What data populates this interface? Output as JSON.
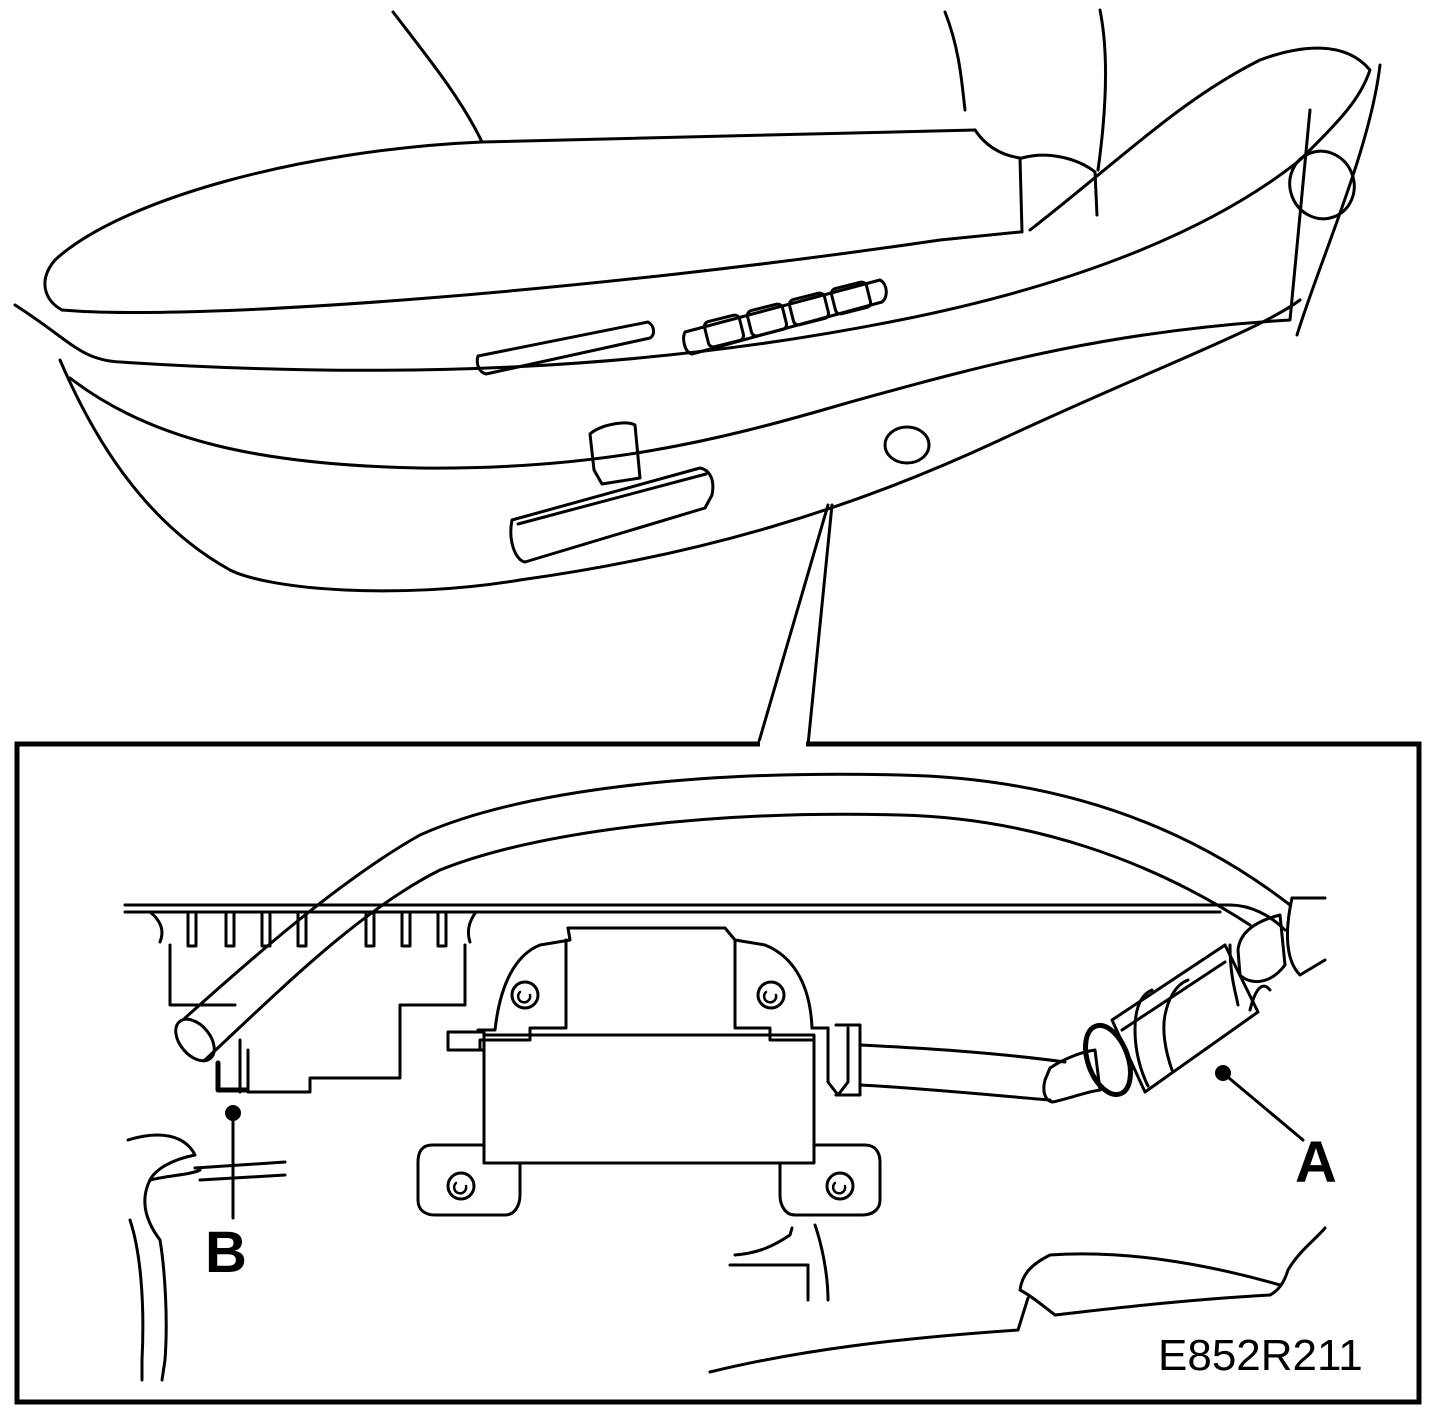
{
  "callouts": {
    "a": "A",
    "b": "B"
  },
  "figure_code": "E852R211",
  "colors": {
    "line": "#000000",
    "background": "#ffffff"
  }
}
